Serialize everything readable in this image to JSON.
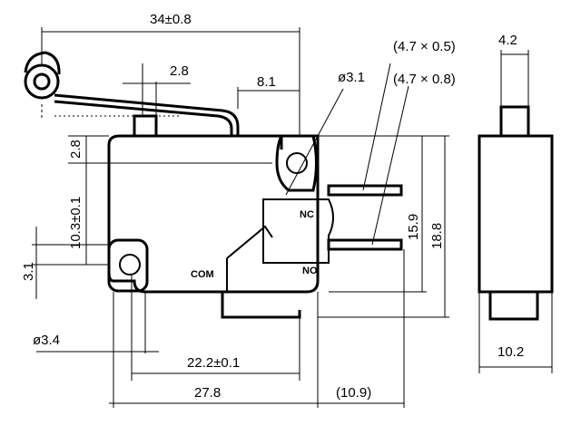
{
  "dimensions": {
    "overall_length": "34±0.8",
    "lever_offset": "2.8",
    "lever_tip": "8.1",
    "mount_hole_dia": "ø3.1",
    "terminal_small": "(4.7 × 0.5)",
    "terminal_large": "(4.7 × 0.8)",
    "side_terminal_width": "4.2",
    "top_offset": "2.8",
    "hole_height": "10.3±0.1",
    "terminal_span": "15.9",
    "body_height": "18.8",
    "hole_offset_vertical": "3.1",
    "side_hole_dia": "ø3.4",
    "hole_spacing": "22.2±0.1",
    "body_length": "27.8",
    "terminal_extension": "(10.9)",
    "side_width": "10.2"
  },
  "labels": {
    "nc": "NC",
    "no": "NO",
    "com": "COM"
  }
}
